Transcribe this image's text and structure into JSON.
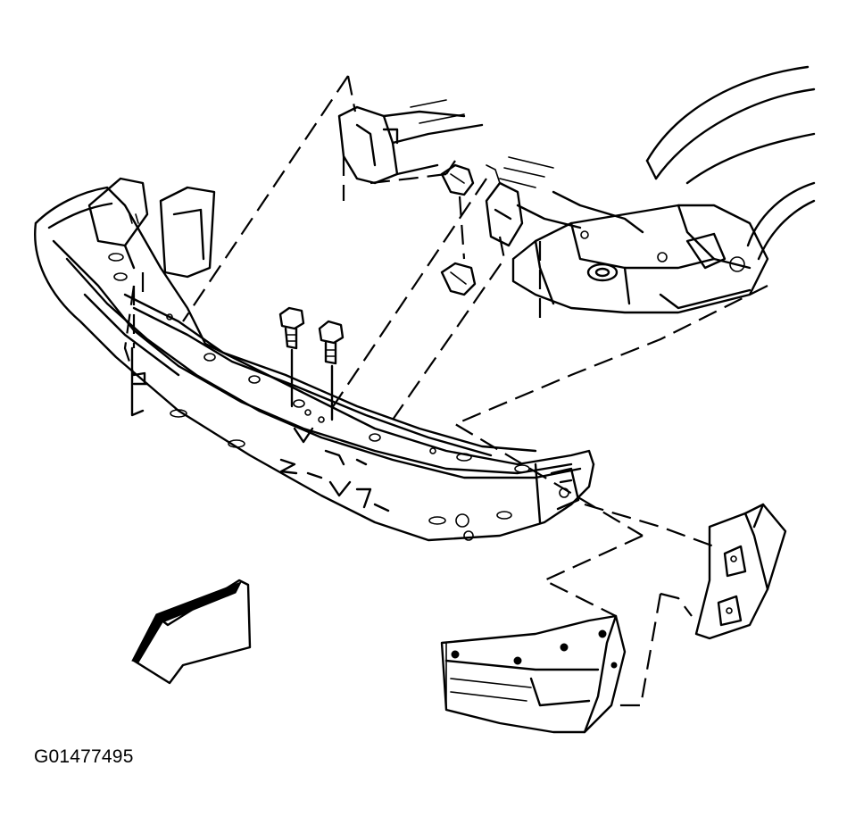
{
  "figure": {
    "id_label": "G01477495",
    "background": "#ffffff",
    "ink": "#000000"
  },
  "parts": {
    "impact_bar": "bumper-impact-bar",
    "fascia_end": "bumper-fascia-end-cap",
    "fascia_corner": "bumper-corner-fascia",
    "bracket": "mounting-bracket",
    "bolts": "mounting-bolts",
    "frame_rail": "frame-rail",
    "wheel_arch": "wheel-arch",
    "arrow": "forward-direction-arrow"
  }
}
